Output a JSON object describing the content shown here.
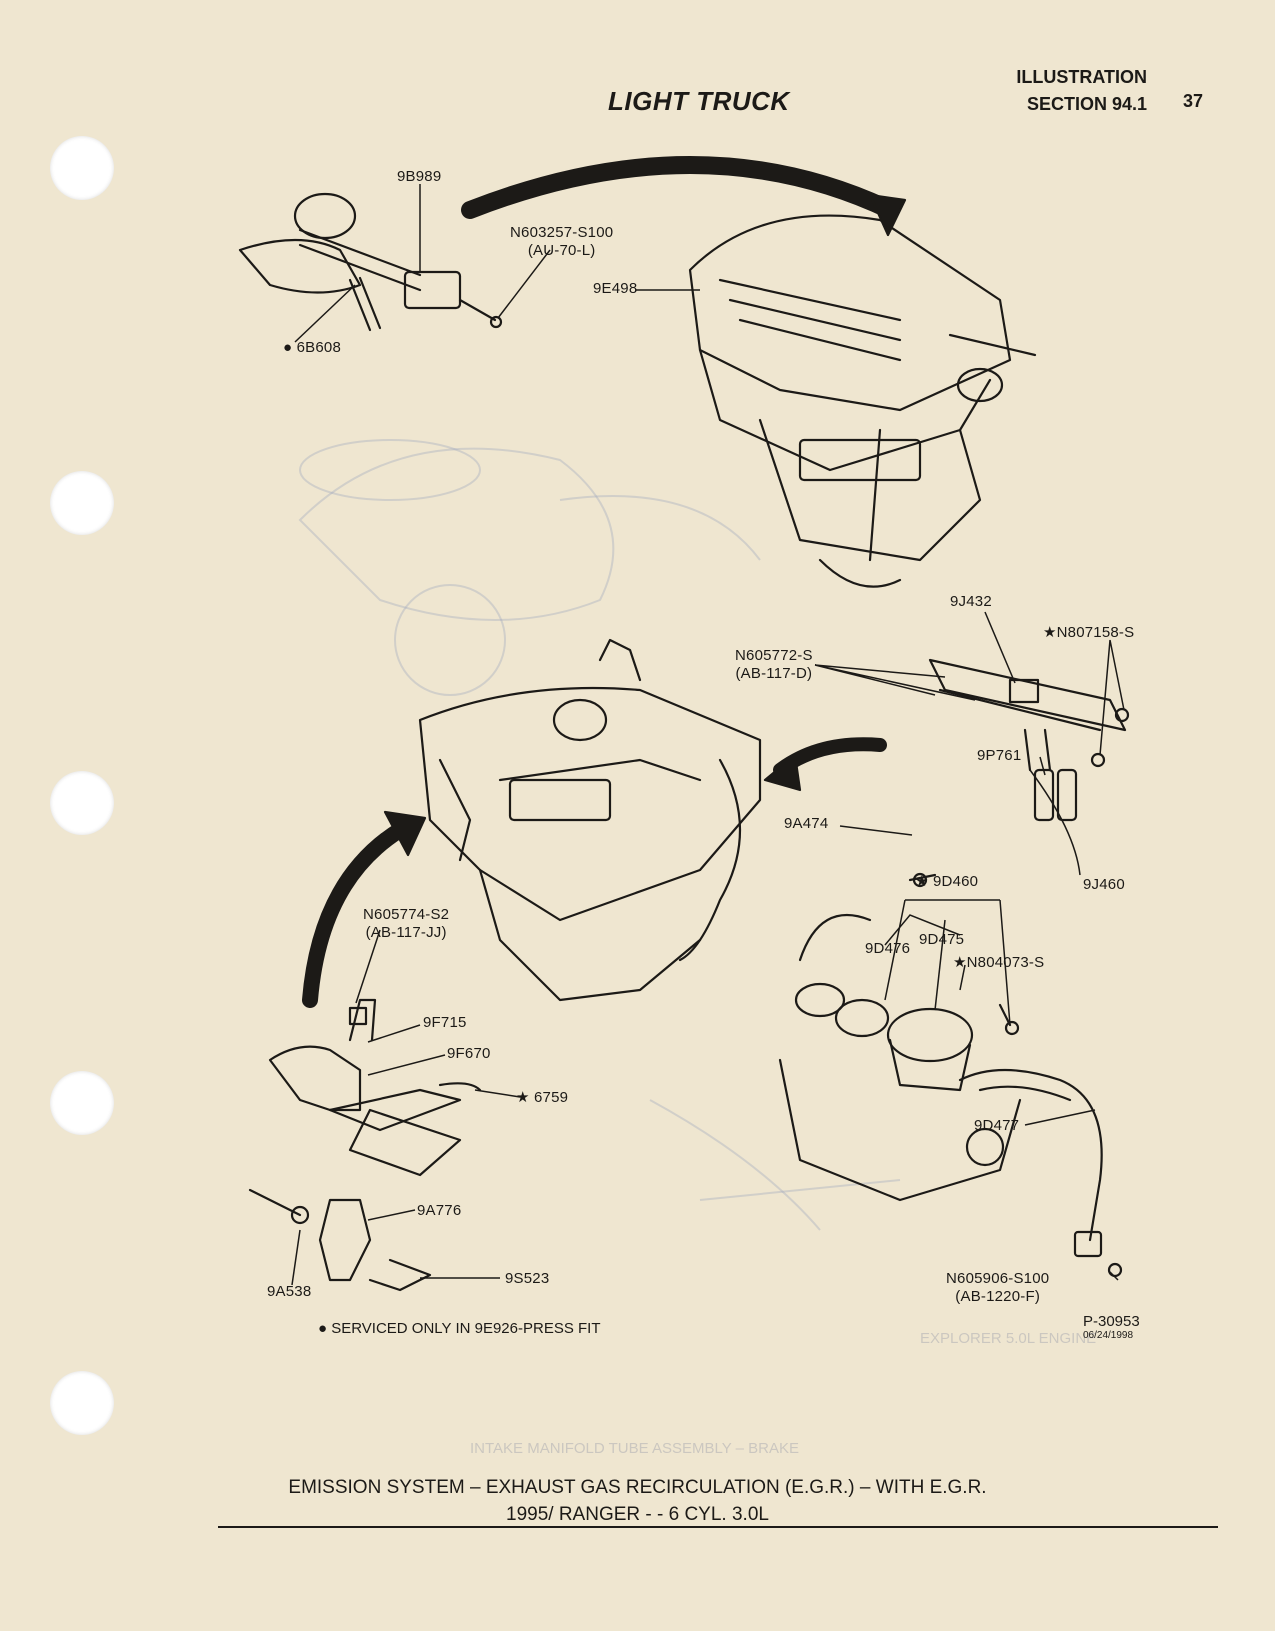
{
  "header": {
    "title": "LIGHT TRUCK",
    "illustration": "ILLUSTRATION",
    "section": "SECTION 94.1",
    "page": "37"
  },
  "callouts": {
    "c9B989": "9B989",
    "cN603257": "N603257-S100",
    "cAU70L": "(AU-70-L)",
    "c9E498": "9E498",
    "c6B608": "6B608",
    "c9J432": "9J432",
    "cN807158": "★N807158-S",
    "cN605772": "N605772-S",
    "cAB117D": "(AB-117-D)",
    "c9P761": "9P761",
    "c9A474": "9A474",
    "c9D460": "★ 9D460",
    "c9J460": "9J460",
    "cN605774": "N605774-S2",
    "cAB117JJ": "(AB-117-JJ)",
    "c9D476": "9D476",
    "c9D475": "9D475",
    "cN804073": "★N804073-S",
    "c9F715": "9F715",
    "c9F670": "9F670",
    "c6759": "★ 6759",
    "c9D477": "9D477",
    "c9A776": "9A776",
    "c9A538": "9A538",
    "c9S523": "9S523",
    "cN605906": "N605906-S100",
    "cAB1220F": "(AB-1220-F)"
  },
  "footnote": "● SERVICED ONLY IN 9E926-PRESS FIT",
  "reference": {
    "number": "P-30953",
    "date": "06/24/1998"
  },
  "caption": {
    "line1": "EMISSION SYSTEM – EXHAUST GAS RECIRCULATION (E.G.R.) – WITH E.G.R.",
    "line2": "1995/ RANGER - - 6 CYL. 3.0L"
  },
  "colors": {
    "paper": "#efe6d0",
    "ink": "#1c1a17",
    "bleed_through": "#9aa3bd"
  }
}
